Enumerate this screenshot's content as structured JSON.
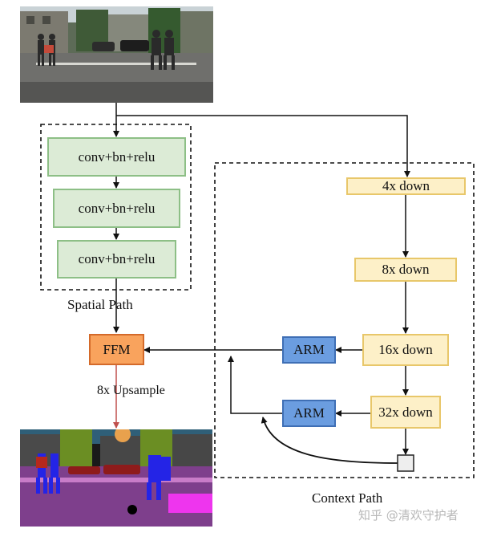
{
  "spatial_path": {
    "blocks": [
      "conv+bn+relu",
      "conv+bn+relu",
      "conv+bn+relu"
    ],
    "label": "Spatial  Path"
  },
  "context_path": {
    "downsamples": [
      "4x down",
      "8x down",
      "16x down",
      "32x down"
    ],
    "arm_blocks": [
      "ARM",
      "ARM"
    ],
    "label": "Context Path"
  },
  "ffm": "FFM",
  "upsample_label": "8x  Upsample",
  "watermark": "知乎 @清欢守护者",
  "colors": {
    "conv_fill": "#dcebd6",
    "down_fill": "#fdf0c8",
    "arm_fill": "#6b9de0",
    "ffm_fill": "#f9a35d",
    "upsample_arrow": "#c0504d"
  }
}
